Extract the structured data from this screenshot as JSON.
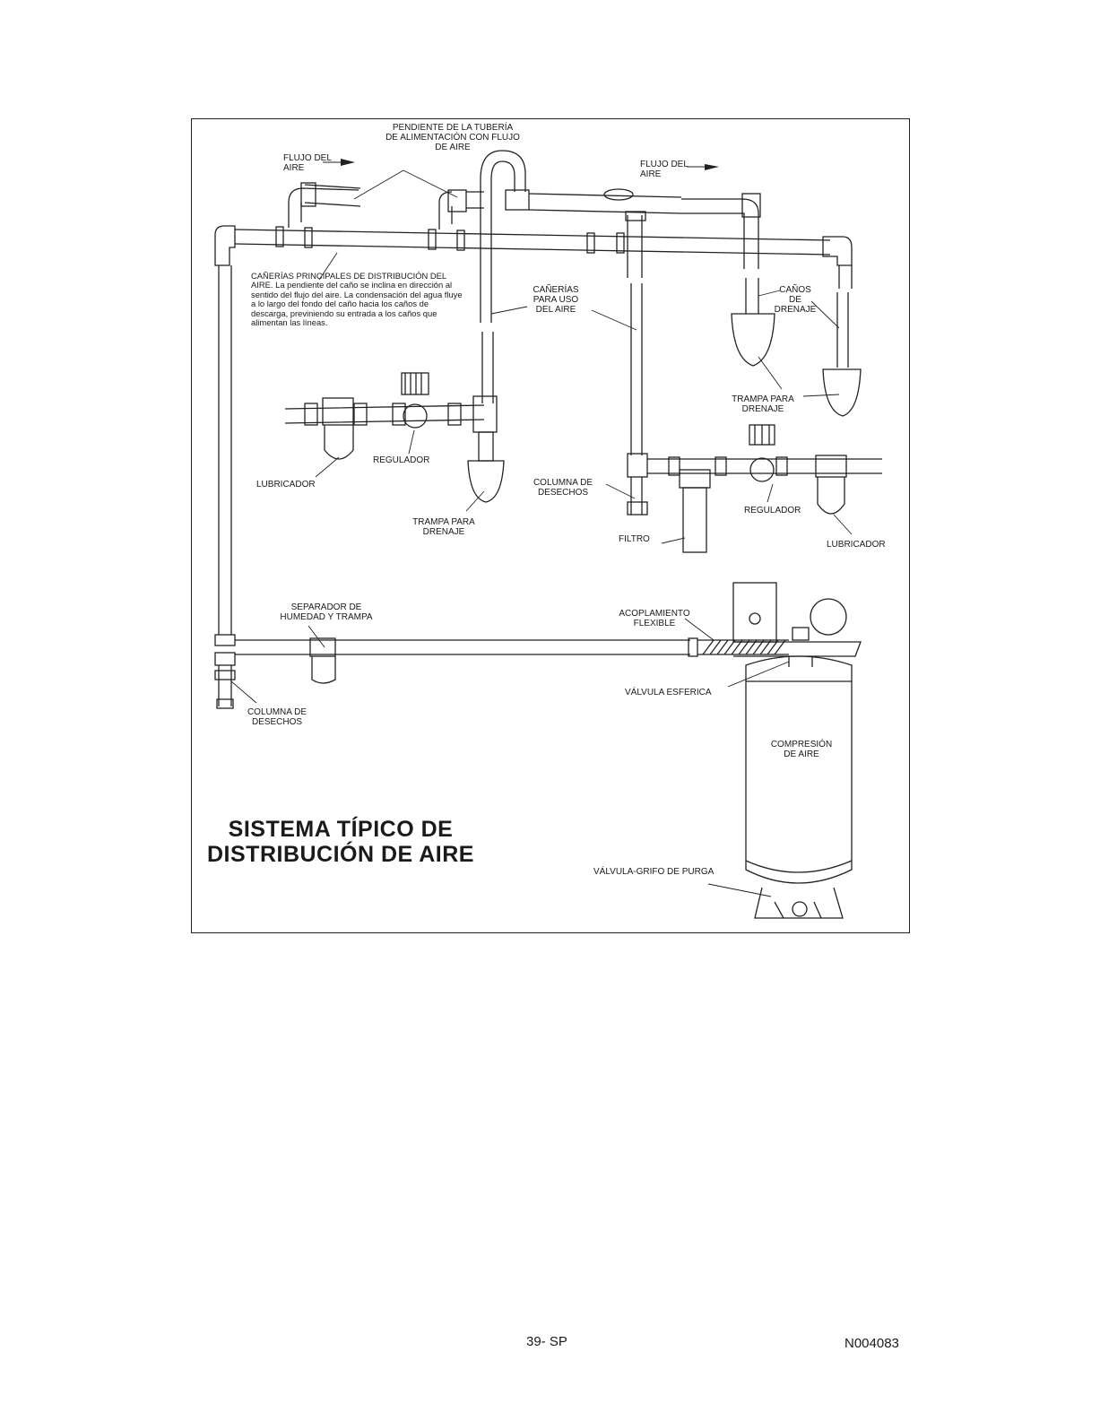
{
  "diagram": {
    "title_line1": "SISTEMA TÍPICO DE",
    "title_line2": "DISTRIBUCIÓN DE AIRE",
    "labels": {
      "slope_line1": "PENDIENTE DE LA TUBERÍA",
      "slope_line2": "DE ALIMENTACIÓN CON FLUJO",
      "slope_line3": "DE AIRE",
      "flow_left_line1": "FLUJO DEL",
      "flow_left_line2": "AIRE",
      "flow_right_line1": "FLUJO DEL",
      "flow_right_line2": "AIRE",
      "main_header": "CAÑERÍAS PRINCIPALES DE DISTRIBUCIÓN DEL AIRE.",
      "main_body": "La pendiente del caño se inclina en dirección al sentido del flujo del aire. La condensación del agua fluye a lo largo del fondo del caño hacia los caños de descarga, previniendo su entrada a los caños que alimentan las líneas.",
      "usage_pipes_line1": "CAÑERÍAS",
      "usage_pipes_line2": "PARA USO",
      "usage_pipes_line3": "DEL AIRE",
      "drain_pipes_line1": "CAÑOS",
      "drain_pipes_line2": "DE",
      "drain_pipes_line3": "DRENAJE",
      "drain_trap_right_line1": "TRAMPA PARA",
      "drain_trap_right_line2": "DRENAJE",
      "regulator_left": "REGULADOR",
      "lubricator_left": "LUBRICADOR",
      "drain_trap_left_line1": "TRAMPA PARA",
      "drain_trap_left_line2": "DRENAJE",
      "waste_column_mid_line1": "COLUMNA DE",
      "waste_column_mid_line2": "DESECHOS",
      "regulator_right": "REGULADOR",
      "filter": "FILTRO",
      "lubricator_right": "LUBRICADOR",
      "separator_line1": "SEPARADOR DE",
      "separator_line2": "HUMEDAD Y TRAMPA",
      "flexible_coupling_line1": "ACOPLAMIENTO",
      "flexible_coupling_line2": "FLEXIBLE",
      "ball_valve": "VÁLVULA ESFERICA",
      "waste_column_left_line1": "COLUMNA DE",
      "waste_column_left_line2": "DESECHOS",
      "compressed_air_line1": "COMPRESIÓN",
      "compressed_air_line2": "DE AIRE",
      "drain_valve": "VÁLVULA-GRIFO DE PURGA"
    }
  },
  "footer": {
    "page_number": "39- SP",
    "doc_code": "N004083"
  }
}
